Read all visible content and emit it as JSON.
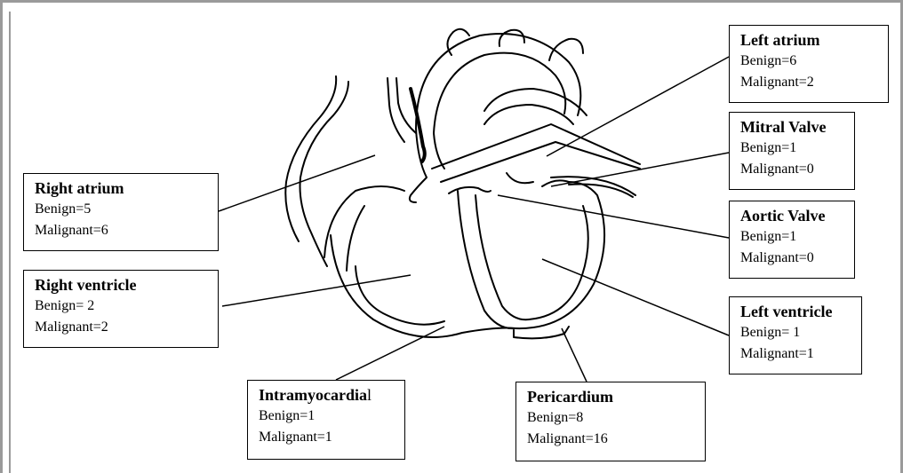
{
  "labels": {
    "right_atrium": {
      "title": "Right atrium",
      "benign": "Benign=5",
      "malignant": "Malignant=6"
    },
    "right_ventricle": {
      "title": "Right ventricle",
      "benign": "Benign= 2",
      "malignant": "Malignant=2"
    },
    "intramyocardial": {
      "title": "Intramyocardia",
      "title_tail": "l",
      "benign": "Benign=1",
      "malignant": "Malignant=1"
    },
    "pericardium": {
      "title": "Pericardium",
      "benign": "Benign=8",
      "malignant": "Malignant=16"
    },
    "left_atrium": {
      "title": "Left atrium",
      "benign": "Benign=6",
      "malignant": "Malignant=2"
    },
    "mitral_valve": {
      "title": "Mitral Valve",
      "benign": "Benign=1",
      "malignant": "Malignant=0"
    },
    "aortic_valve": {
      "title": "Aortic Valve",
      "benign": "Benign=1",
      "malignant": "Malignant=0"
    },
    "left_ventricle": {
      "title": "Left ventricle",
      "benign": "Benign= 1",
      "malignant": "Malignant=1"
    }
  }
}
